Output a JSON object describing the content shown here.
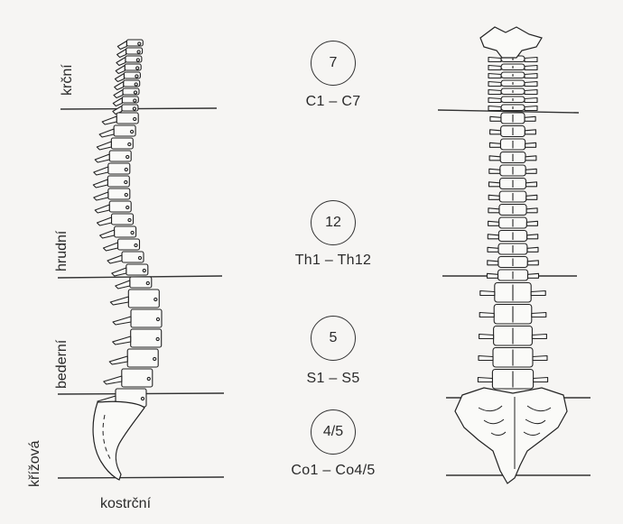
{
  "regions": [
    {
      "name": "krční",
      "count": "7",
      "range": "C1 – C7"
    },
    {
      "name": "hrudní",
      "count": "12",
      "range": "Th1 – Th12"
    },
    {
      "name": "bederní",
      "count": "5",
      "range": "S1 – S5"
    },
    {
      "name": "křížová",
      "count": "4/5",
      "range": "Co1 – Co4/5"
    }
  ],
  "bottom_label": "kostrční",
  "colors": {
    "ink": "#2a2a2a",
    "paper": "#f6f5f3"
  }
}
